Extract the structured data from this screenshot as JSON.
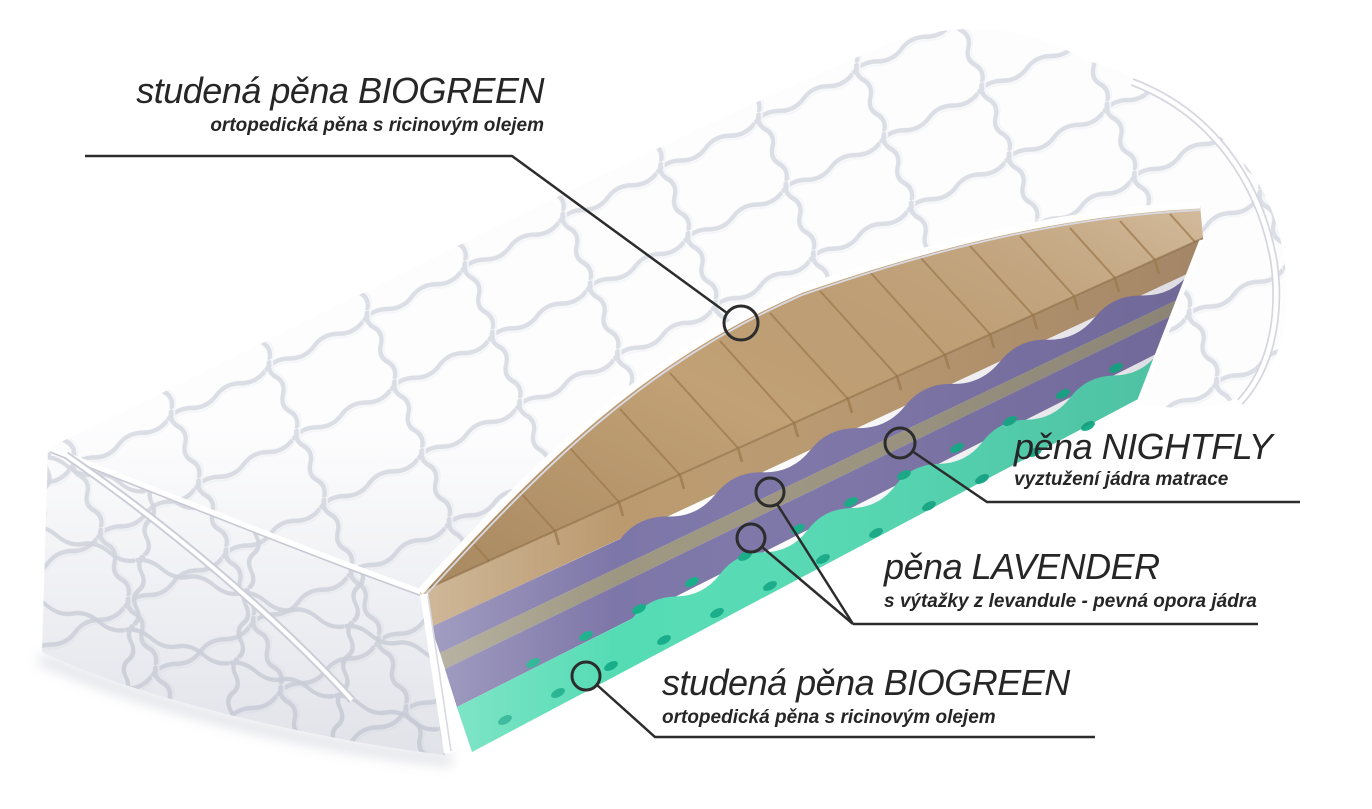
{
  "illustration": {
    "subject": "mattress-cross-section",
    "labels": {
      "biogreen_top": {
        "title": "studená pěna BIOGREEN",
        "subtitle": "ortopedická pěna s ricinovým olejem"
      },
      "nightfly": {
        "title": "pěna NIGHTFLY",
        "subtitle": "vyztužení jádra matrace"
      },
      "lavender": {
        "title": "pěna LAVENDER",
        "subtitle": "s výtažky z levandule - pevná opora jádra"
      },
      "biogreen_bottom": {
        "title": "studená pěna BIOGREEN",
        "subtitle": "ortopedická pěna s ricinovým olejem"
      }
    }
  },
  "colors": {
    "cover": "#fdfdfe",
    "quilt_stitch": "#d8d8e0",
    "core": "#c2a176",
    "core_side": "#bb9a6f",
    "groove": "#9d7a4e",
    "lavender": "#7d76a8",
    "nightfly": "#9d9680",
    "biogreen": "#55dcb4",
    "hole": "#17ae89",
    "line": "#2c2c2c",
    "text": "#262626",
    "background": "#ffffff"
  }
}
